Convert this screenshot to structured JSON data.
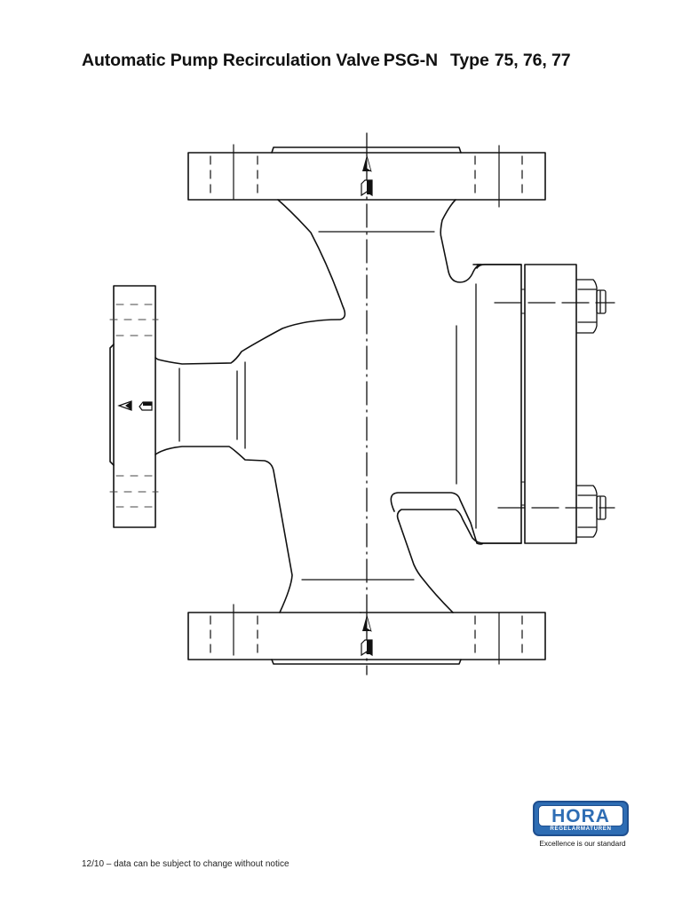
{
  "header": {
    "title_main": "Automatic Pump Recirculation Valve",
    "title_model": "PSG-N",
    "title_type_label": "Type",
    "title_type_values": "75, 76, 77"
  },
  "drawing": {
    "description": "Cross-section technical drawing of automatic pump recirculation valve with top outlet flange, bottom inlet flange, left bypass flange and right bolted cover with two nuts",
    "flow_arrows": [
      "top-outlet-up",
      "bottom-inlet-up",
      "bypass-left"
    ],
    "line_color": "#111111"
  },
  "logo": {
    "brand": "HORA",
    "subtitle": "REGELARMATUREN",
    "tagline": "Excellence is our standard",
    "brand_color": "#2e6db4"
  },
  "footer": {
    "notice": "12/10 – data can be subject to change without notice"
  }
}
